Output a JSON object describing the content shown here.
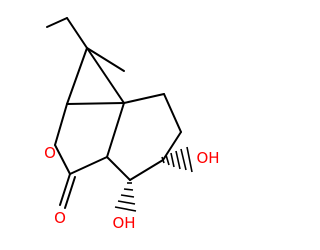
{
  "colors": {
    "background": "#ffffff",
    "bond": "#000000",
    "oxygen": "#ff0000"
  },
  "atoms": {
    "ring_oxygen": "O",
    "carbonyl_oxygen": "O",
    "hydroxyl_right": "OH",
    "hydroxyl_bottom": "OH"
  }
}
